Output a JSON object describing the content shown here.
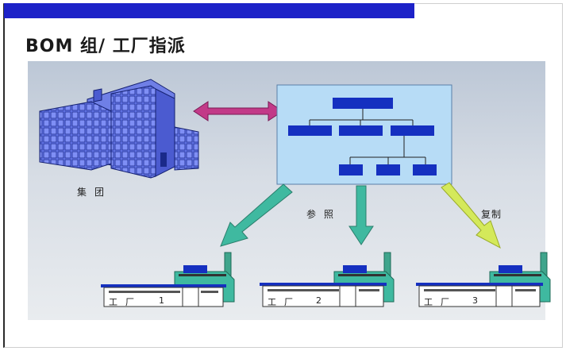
{
  "title": "BOM 组/ 工厂指派",
  "labels": {
    "group": "集团",
    "reference": "参照",
    "copy": "复制"
  },
  "plants": [
    {
      "name": "工厂",
      "number": "1"
    },
    {
      "name": "工厂",
      "number": "2"
    },
    {
      "name": "工厂",
      "number": "3"
    }
  ],
  "colors": {
    "top_bar": "#1d22c8",
    "org_box": "#b7dcf6",
    "org_node": "#1530c0",
    "double_arrow": "#c23a88",
    "teal_arrow": "#3fb9a0",
    "yellow_arrow": "#d4e95a",
    "building": "#5a6be0"
  },
  "icons": [
    "headquarters-building-icon",
    "double-arrow-icon",
    "org-chart-icon",
    "factory-icon"
  ]
}
